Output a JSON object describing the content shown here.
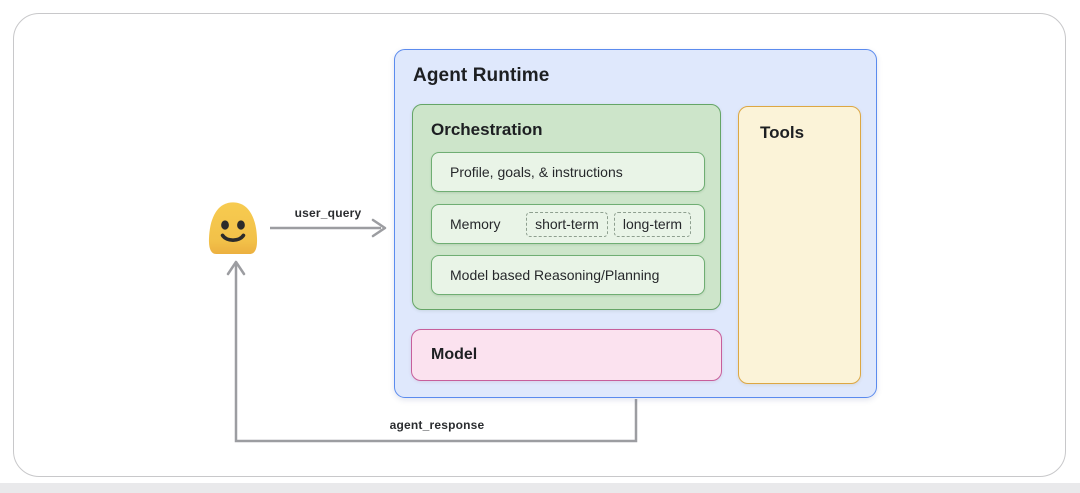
{
  "runtime": {
    "title": "Agent Runtime",
    "orchestration": {
      "title": "Orchestration",
      "items": [
        {
          "label": "Profile, goals, & instructions"
        },
        {
          "label": "Memory",
          "chips": [
            "short-term",
            "long-term"
          ]
        },
        {
          "label": "Model based Reasoning/Planning"
        }
      ]
    },
    "model_label": "Model",
    "tools_label": "Tools"
  },
  "arrows": {
    "user_query_label": "user_query",
    "agent_response_label": "agent_response"
  },
  "icons": {
    "user": "smiley-face-user-emoji"
  },
  "colors": {
    "runtime_fill": "#dfe8fc",
    "runtime_border": "#5b8bee",
    "orchestration_fill": "#cde5ca",
    "orchestration_border": "#65a567",
    "inner_box_fill": "#e9f4e7",
    "inner_box_border": "#6fae73",
    "chip_border": "#8e9f8f",
    "model_fill": "#fbe2ef",
    "model_border": "#c75f9b",
    "tools_fill": "#fbf3d8",
    "tools_border": "#dda743",
    "arrow_gray": "#9c9da1",
    "emoji_yellow": "#f4c64c",
    "frame_border": "#c8c8ca",
    "text": "#202124"
  }
}
